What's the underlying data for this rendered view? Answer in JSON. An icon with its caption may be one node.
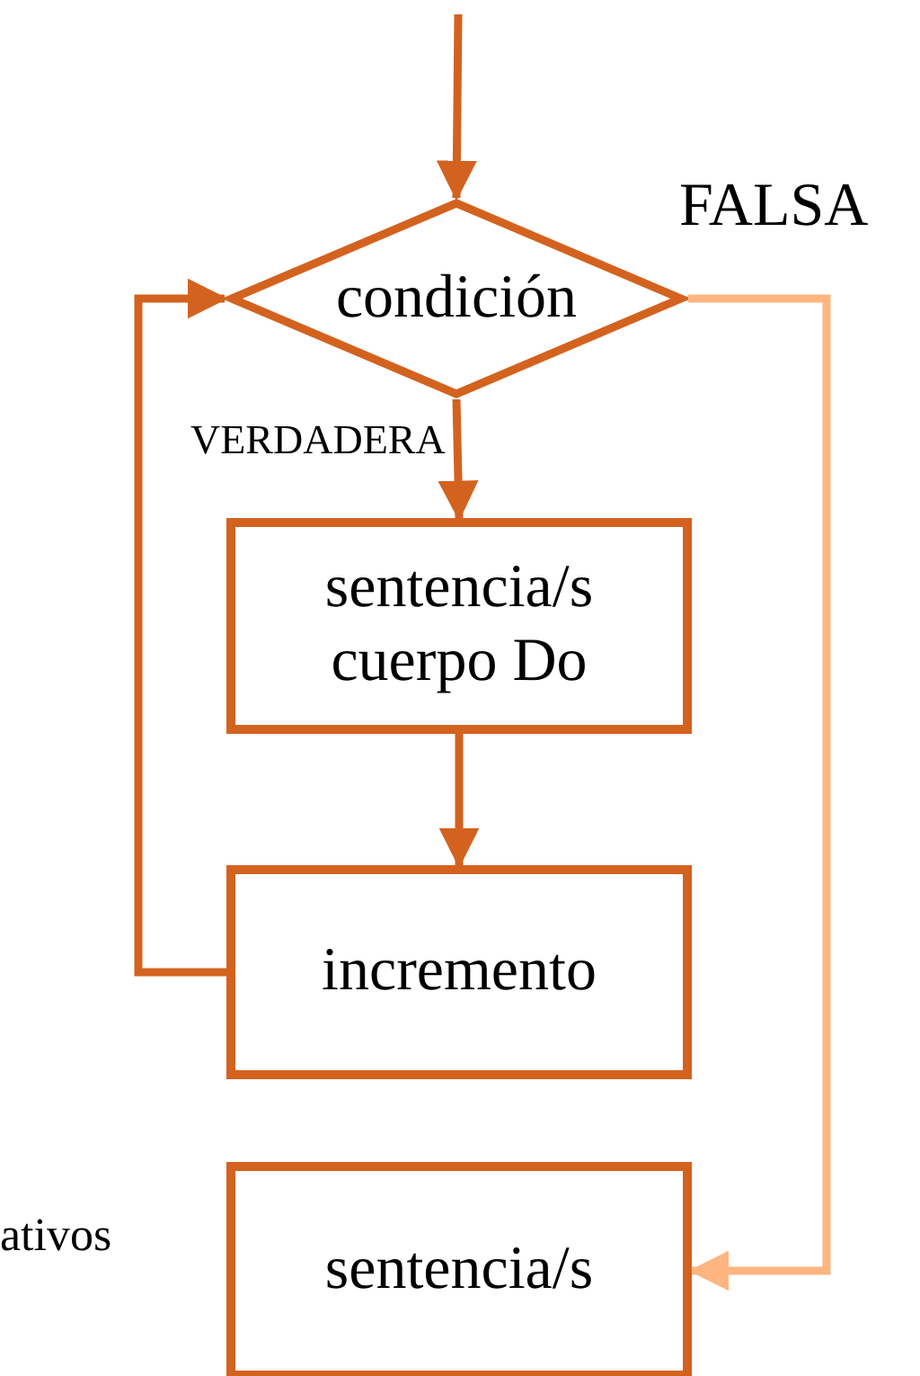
{
  "diagram": {
    "nodes": [
      {
        "text": [
          "condición"
        ]
      },
      {
        "text": [
          "sentencia/s cuerpo Do"
        ]
      },
      {
        "text": [
          "incremento"
        ]
      },
      {
        "text": [
          "sentencia/s"
        ]
      }
    ],
    "edges": [
      {
        "from": null,
        "to": 0,
        "arrow": "to"
      },
      {
        "from": 0,
        "to": 1,
        "arrow": "to",
        "label": "VERDADERA"
      },
      {
        "from": 1,
        "to": 2,
        "arrow": "to"
      },
      {
        "from": 2,
        "to": 0,
        "arrow": "to"
      },
      {
        "from": 0,
        "to": 3,
        "arrow": "to",
        "label": "FALSA",
        "color": "#ffb580"
      }
    ],
    "labels": [
      "ativos"
    ]
  }
}
